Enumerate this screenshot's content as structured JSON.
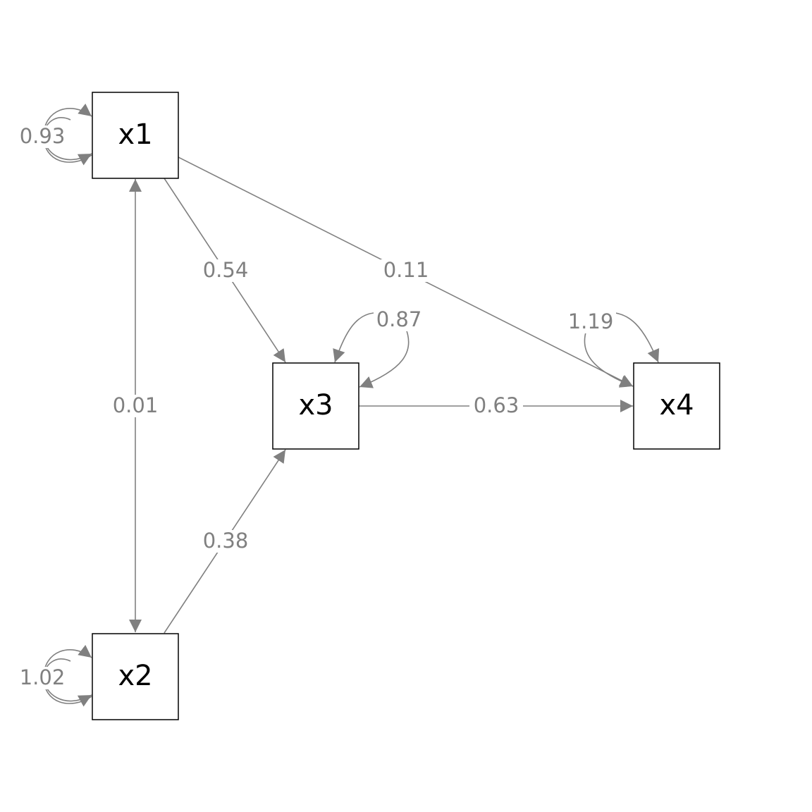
{
  "diagram": {
    "nodes": [
      {
        "id": "x1",
        "label": "x1"
      },
      {
        "id": "x2",
        "label": "x2"
      },
      {
        "id": "x3",
        "label": "x3"
      },
      {
        "id": "x4",
        "label": "x4"
      }
    ],
    "paths": [
      {
        "from": "x1",
        "to": "x3",
        "type": "directed",
        "estimate": "0.54"
      },
      {
        "from": "x1",
        "to": "x4",
        "type": "directed",
        "estimate": "0.11"
      },
      {
        "from": "x2",
        "to": "x3",
        "type": "directed",
        "estimate": "0.38"
      },
      {
        "from": "x3",
        "to": "x4",
        "type": "directed",
        "estimate": "0.63"
      },
      {
        "from": "x1",
        "to": "x2",
        "type": "covariance",
        "estimate": "0.01"
      }
    ],
    "variances": [
      {
        "node": "x1",
        "estimate": "0.93"
      },
      {
        "node": "x2",
        "estimate": "1.02"
      },
      {
        "node": "x3",
        "estimate": "0.87"
      },
      {
        "node": "x4",
        "estimate": "1.19"
      }
    ],
    "colors": {
      "edge": "#808080",
      "node_border": "#000000",
      "node_text": "#000000",
      "background": "#ffffff"
    }
  }
}
